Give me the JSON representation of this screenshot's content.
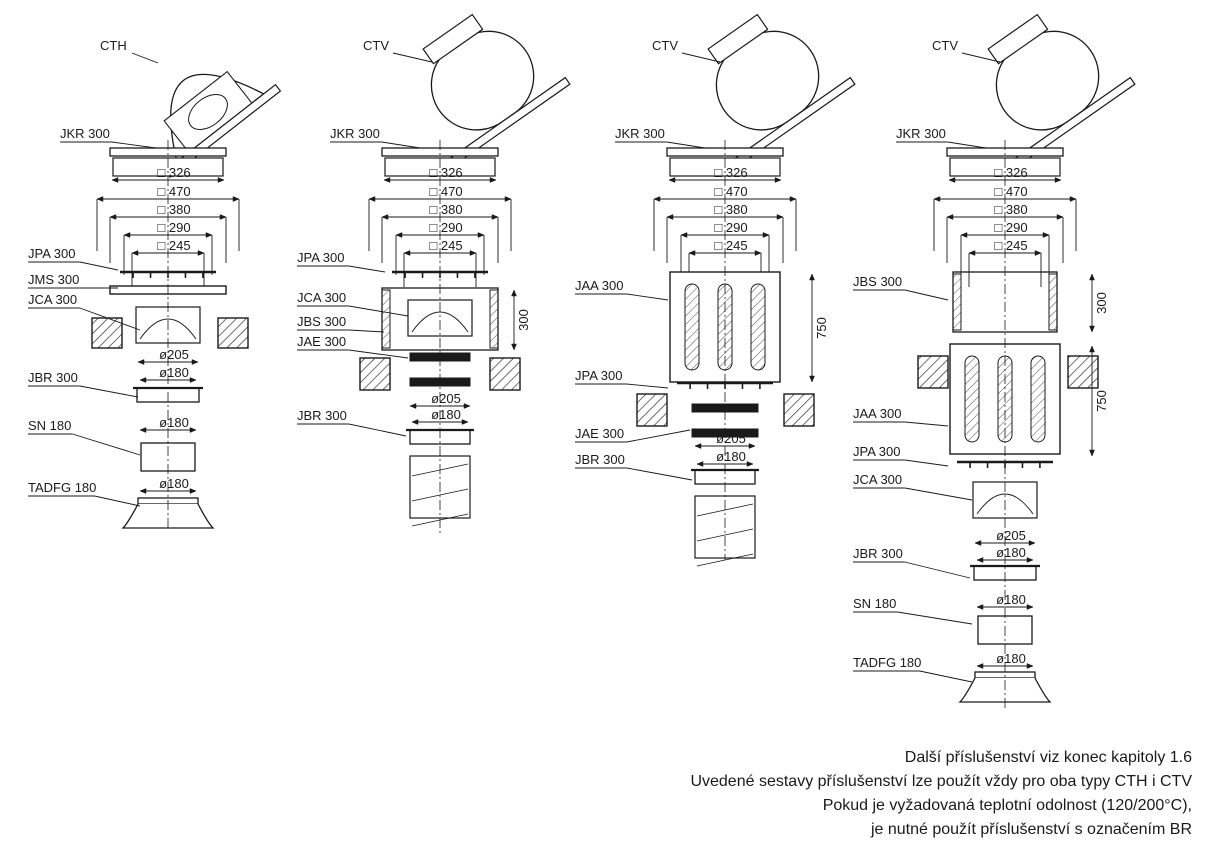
{
  "columns": [
    {
      "fan": "CTH",
      "parts": [
        "JKR 300",
        "JPA 300",
        "JMS 300",
        "JCA 300",
        "JBR 300",
        "SN 180",
        "TADFG 180"
      ],
      "dims": [
        "□ 326",
        "□ 470",
        "□ 380",
        "□ 290",
        "□ 245",
        "ø205",
        "ø180",
        "ø180",
        "ø180"
      ]
    },
    {
      "fan": "CTV",
      "parts": [
        "JKR 300",
        "JPA 300",
        "JCA 300",
        "JBS 300",
        "JAE 300",
        "JBR 300"
      ],
      "dims": [
        "□ 326",
        "□ 470",
        "□ 380",
        "□ 290",
        "□ 245",
        "300",
        "ø205",
        "ø180"
      ]
    },
    {
      "fan": "CTV",
      "parts": [
        "JKR 300",
        "JAA 300",
        "JPA 300",
        "JAE 300",
        "JBR 300"
      ],
      "dims": [
        "□ 326",
        "□ 470",
        "□ 380",
        "□ 290",
        "□ 245",
        "750",
        "ø205",
        "ø180"
      ]
    },
    {
      "fan": "CTV",
      "parts": [
        "JKR 300",
        "JBS 300",
        "JAA 300",
        "JPA 300",
        "JCA 300",
        "JBR 300",
        "SN 180",
        "TADFG 180"
      ],
      "dims": [
        "□ 326",
        "□ 470",
        "□ 380",
        "□ 290",
        "□ 245",
        "300",
        "750",
        "ø205",
        "ø180",
        "ø180",
        "ø180"
      ]
    }
  ],
  "notes": [
    "Další příslušenství viz konec kapitoly 1.6",
    "Uvedené sestavy příslušenství lze použít vždy pro oba typy CTH i CTV",
    "Pokud je vyžadovaná teplotní odolnost (120/200°C),",
    "je nutné použít příslušenství s označením BR"
  ]
}
